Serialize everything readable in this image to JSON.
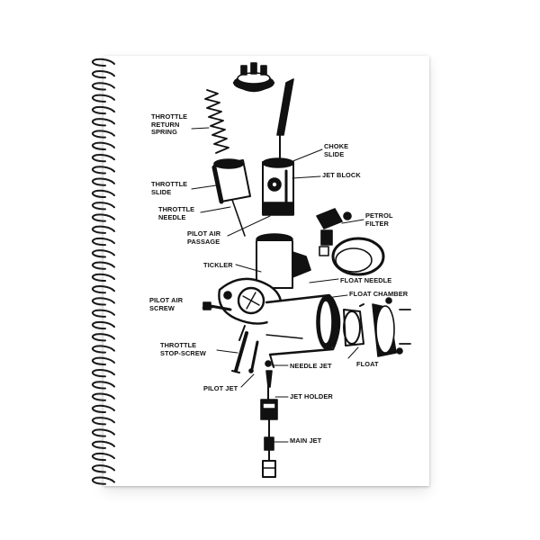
{
  "labels": {
    "throttle_return_spring": "THROTTLE\nRETURN\nSPRING",
    "throttle_slide": "THROTTLE\nSLIDE",
    "throttle_needle": "THROTTLE\nNEEDLE",
    "pilot_air_passage": "PILOT AIR\nPASSAGE",
    "choke_slide": "CHOKE\nSLIDE",
    "jet_block": "JET BLOCK",
    "petrol_filter": "PETROL\nFILTER",
    "tickler": "TICKLER",
    "float_needle": "FLOAT NEEDLE",
    "float_chamber": "FLOAT CHAMBER",
    "pilot_air_screw": "PILOT AIR\nSCREW",
    "throttle_stop_screw": "THROTTLE\nSTOP-SCREW",
    "float": "FLOAT",
    "needle_jet": "NEEDLE JET",
    "pilot_jet": "PILOT JET",
    "jet_holder": "JET HOLDER",
    "main_jet": "MAIN JET"
  },
  "colors": {
    "ink": "#111111",
    "paper": "#ffffff",
    "wire": "#1a1a1a"
  }
}
